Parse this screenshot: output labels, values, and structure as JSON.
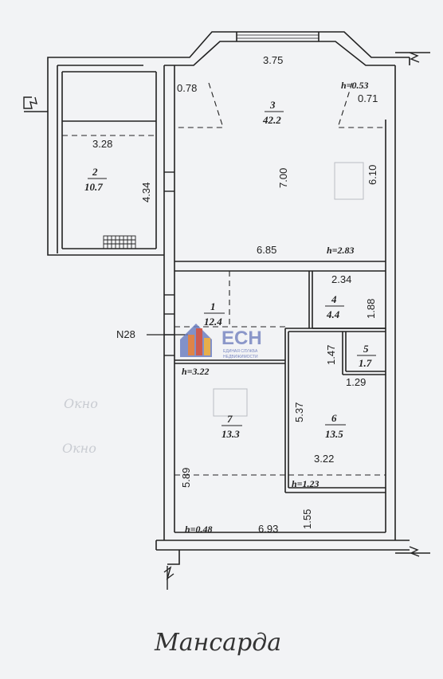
{
  "rooms": [
    {
      "num": "1",
      "area": "12.4"
    },
    {
      "num": "2",
      "area": "10.7"
    },
    {
      "num": "3",
      "area": "42.2"
    },
    {
      "num": "4",
      "area": "4.4"
    },
    {
      "num": "5",
      "area": "1.7"
    },
    {
      "num": "6",
      "area": "13.5"
    },
    {
      "num": "7",
      "area": "13.3"
    }
  ],
  "dimensions": {
    "r3_top": "3.75",
    "r3_left_corner": "0.78",
    "r3_right_corner": "0.71",
    "r3_height": "7.00",
    "r3_right": "6.10",
    "r3_bottom": "6.85",
    "r2_width": "3.28",
    "r2_height": "4.34",
    "r4_width": "2.34",
    "r4_height": "1.88",
    "r5_height": "1.47",
    "r5_width": "1.29",
    "r6_height": "5.37",
    "r6_width": "3.22",
    "r7_height": "5.89",
    "r7_width": "6.93",
    "lower_right": "1.55"
  },
  "heights": {
    "h_053": "h=0.53",
    "h_283": "h=2.83",
    "h_322": "h=3.22",
    "h_123": "h=1.23",
    "h_048": "h=0.48"
  },
  "pointer_label": "N28",
  "logo": {
    "text": "ЕСН",
    "sub1": "ЕДИНАЯ СЛУЖБА",
    "sub2": "НЕДВИЖИМОСТИ"
  },
  "caption": "Мансарда",
  "handwritten": {
    "okno1": "Окно",
    "okno2": "Окно"
  }
}
